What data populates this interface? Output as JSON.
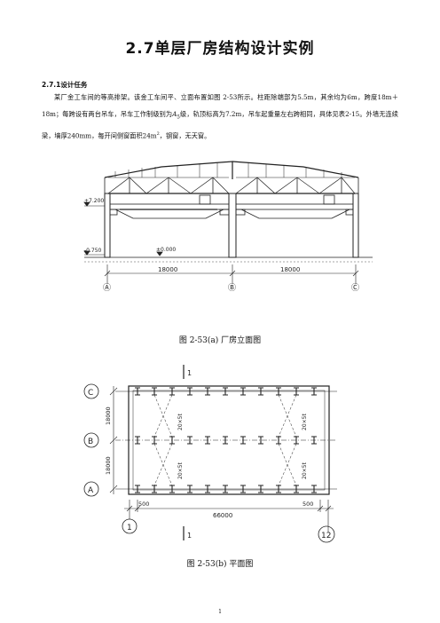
{
  "title": "2.7单层厂房结构设计实例",
  "section": {
    "heading": "2.7.1设计任务"
  },
  "paragraph": {
    "s1": "某厂金工车间的等高排架。该金工车间平、立面布置如图 2-53所示。柱距除端部为",
    "col_span": "5.5m",
    "s2": "，其余均为",
    "col_span2": "6m",
    "s3": "，跨度",
    "spans": "18m＋18m",
    "s4": "；每跨设有两台吊车，吊车工作制级别为",
    "grade": "A",
    "grade_sub": "5",
    "s5": "级，轨顶标高为",
    "rail_level": "7.2m",
    "s6": "，吊车起重量左右跨相同，具体见表2-15。外墙无连续梁，墙厚",
    "wall": "240mm",
    "s7": "，每开间侧窗面积",
    "window_area": "24m",
    "window_sup": "2",
    "s8": "，钢窗，无天窗。"
  },
  "elevation": {
    "level_rail": "+7.200",
    "level_ground": "±0.000",
    "level_foundation": "-0.750",
    "span_left": "18000",
    "span_right": "18000",
    "axis_a": "Ⓐ",
    "axis_b": "Ⓑ",
    "axis_c": "Ⓒ",
    "caption": "图 2-53(a)  厂房立面图"
  },
  "plan": {
    "section_mark": "1",
    "axis_c": "C",
    "axis_b": "B",
    "axis_a": "A",
    "span_upper": "18000",
    "span_lower": "18000",
    "bracing_label": "20×5t",
    "end_left": "500",
    "end_right": "500",
    "total_length": "66000",
    "axis_1": "1",
    "axis_12": "12",
    "caption": "图 2-53(b)    平面图"
  },
  "page_number": "1"
}
